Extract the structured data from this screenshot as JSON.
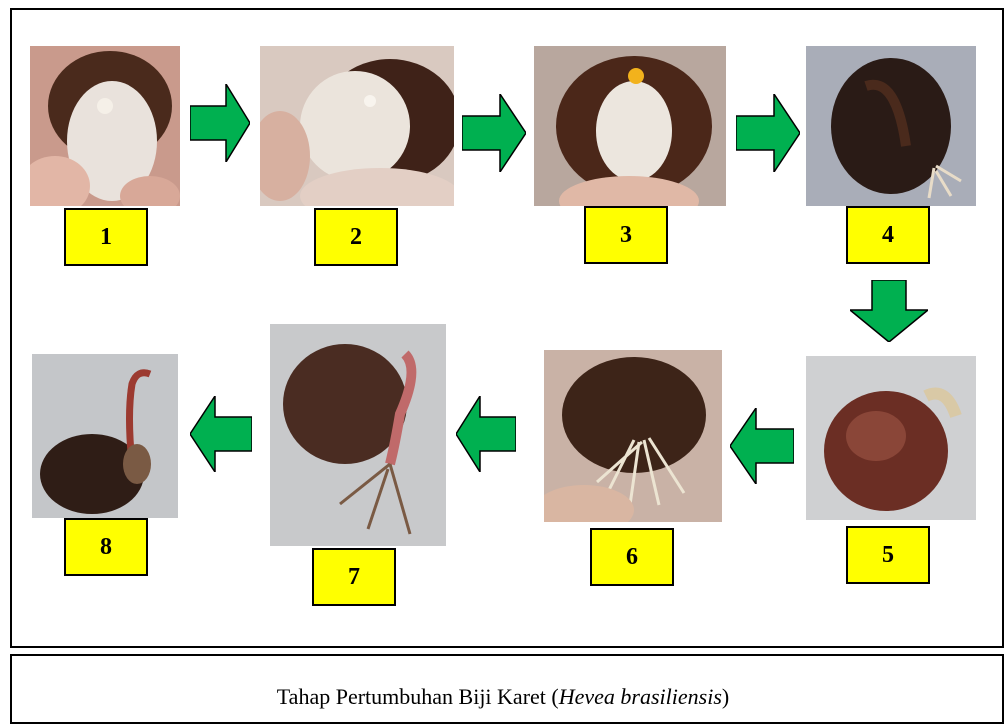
{
  "stages": [
    {
      "number": "1"
    },
    {
      "number": "2"
    },
    {
      "number": "3"
    },
    {
      "number": "4"
    },
    {
      "number": "5"
    },
    {
      "number": "6"
    },
    {
      "number": "7"
    },
    {
      "number": "8"
    }
  ],
  "caption": {
    "prefix": "Tahap Pertumbuhan Biji Karet (",
    "species": "Hevea brasiliensis",
    "suffix": ")"
  },
  "colors": {
    "label_fill": "#ffff00",
    "arrow_fill": "#00b050",
    "seed_brown": "#5a2e1a"
  }
}
